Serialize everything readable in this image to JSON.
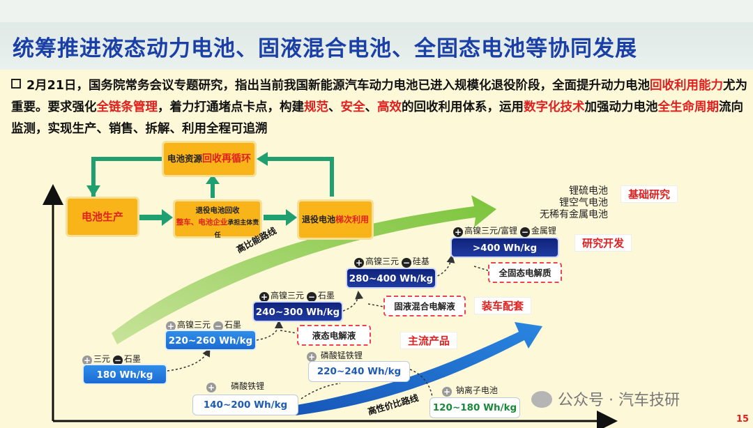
{
  "title": "统筹推进液态动力电池、固液混合电池、全固态电池等协同发展",
  "intro": {
    "t1": "2月21日，国务院常务会议专题研究，指出当前我国新能源汽车动力电池已进入规模化退役阶段，全面提升动力电池",
    "r1": "回收利用能力",
    "t2": "尤为重要。要求强化",
    "r2": "全链条管理",
    "t3": "，着力打通堵点卡点，构建",
    "r3": "规范",
    "t4": "、",
    "r4": "安全",
    "t5": "、",
    "r5": "高效",
    "t6": "的回收利用体系，运用",
    "r6": "数字化技术",
    "t7": "加强动力电池",
    "r7": "全生命周期",
    "t8": "流向监测，实现生产、销售、拆解、利用全程可追溯"
  },
  "cycle": {
    "production": "电池生产",
    "resource_a": "电池资源",
    "resource_b": "回收再循环",
    "recycle_a": "退役电池回收",
    "recycle_b": "整车、电池企业",
    "recycle_c": "承担主体责任",
    "cascade_a": "退役电池",
    "cascade_b": "梯次利用"
  },
  "route_labels": {
    "high_nickel": "高比能路线",
    "cost_effective": "高性价比路线"
  },
  "high_energy": [
    {
      "plus": "+",
      "plus_label": "三元",
      "minus": "−",
      "minus_label": "石墨",
      "energy": "180 Wh/kg"
    },
    {
      "plus": "+",
      "plus_label": "高镍三元",
      "minus": "−",
      "minus_label": "石墨",
      "energy": "220~260 Wh/kg"
    },
    {
      "plus": "+",
      "plus_label": "高镍三元",
      "minus": "−",
      "minus_label": "石墨",
      "energy": "240~300 Wh/kg"
    },
    {
      "plus": "+",
      "plus_label": "高镍三元",
      "minus": "−",
      "minus_label": "硅基",
      "energy": "280~400 Wh/kg"
    },
    {
      "plus": "+",
      "plus_label": "高镍三元/富锂",
      "minus": "−",
      "minus_label": "金属锂",
      "energy": ">400 Wh/kg"
    }
  ],
  "electrolytes": [
    "液态电解液",
    "固液混合电解液",
    "全固态电解质"
  ],
  "cost_route": [
    {
      "plus": "+",
      "plus_label": "磷酸铁锂",
      "energy": "140~200 Wh/kg"
    },
    {
      "plus": "+",
      "plus_label": "磷酸锰铁锂",
      "energy": "220~240 Wh/kg"
    },
    {
      "plus": "+",
      "plus_label": "钠离子电池",
      "energy": "120~180 Wh/kg"
    }
  ],
  "stages": {
    "mainstream": "主流产品",
    "vehicle": "装车配套",
    "rnd": "研究开发",
    "basic": "基础研究"
  },
  "future_batteries": [
    "锂硫电池",
    "锂空气电池",
    "无稀有金属电池"
  ],
  "watermark": "公众号 · 汽车技研",
  "page_number": "15",
  "colors": {
    "title": "#1a3fa6",
    "accent_red": "#e01f1f",
    "green_arrow": "#7bc43a",
    "blue_arrow": "#1e6fd0",
    "orange": "#f8b418"
  }
}
